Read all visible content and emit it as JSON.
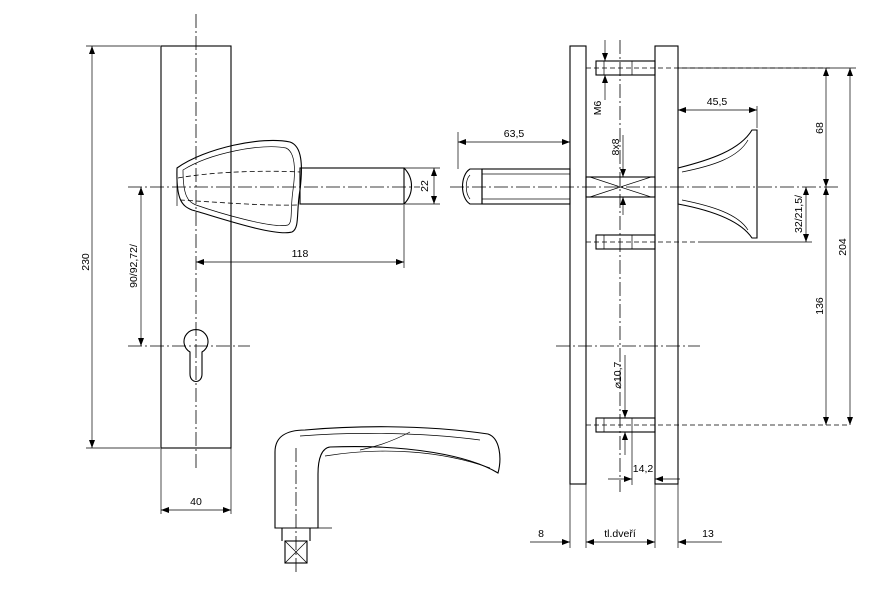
{
  "drawing": {
    "dimensions": {
      "plate_height": "230",
      "plate_width": "40",
      "handle_length": "118",
      "handle_diameter": "22",
      "spacing_variants": "90/92,72/",
      "spindle_length": "63,5",
      "screw_thread": "M6",
      "spindle_square": "8x8",
      "rose_projection": "45,5",
      "top_distance": "68",
      "total_height": "204",
      "lower_distance": "136",
      "secondary_spacing": "32/21,5/",
      "bore_diameter": "⌀10,7",
      "bushing_depth": "14,2",
      "plate_thickness_left": "8",
      "door_thickness": "tl.dveří",
      "plate_thickness_right": "13"
    }
  }
}
